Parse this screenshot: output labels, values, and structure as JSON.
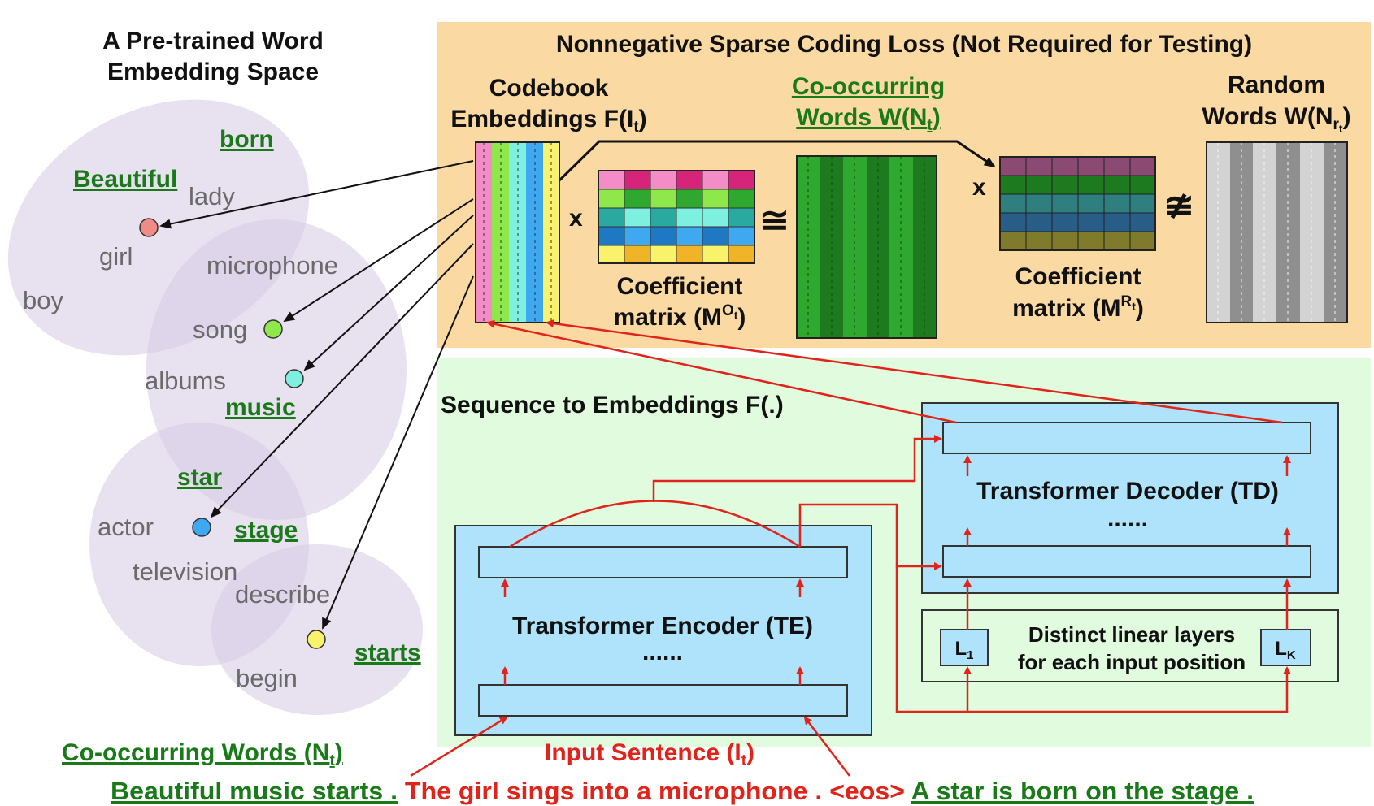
{
  "embedding_space": {
    "title_line1": "A Pre-trained Word",
    "title_line2": "Embedding Space",
    "words": [
      "born",
      "Beautiful",
      "lady",
      "girl",
      "microphone",
      "boy",
      "song",
      "albums",
      "music",
      "star",
      "actor",
      "stage",
      "television",
      "describe",
      "starts",
      "begin"
    ]
  },
  "top_panel": {
    "title": "Nonnegative Sparse Coding Loss (Not Required for Testing)",
    "codebook_line1": "Codebook",
    "codebook_line2": "Embeddings F(I",
    "codebook_sub": "t",
    "codebook_close": ")",
    "cooccur_line1": "Co-occurring",
    "cooccur_line2": "Words W(N",
    "cooccur_sub": "t",
    "cooccur_close": ")",
    "random_line1": "Random",
    "random_line2": "Words W(N",
    "random_sub": "r",
    "random_subsub": "t",
    "random_close": ")",
    "times1": "x",
    "times2": "x",
    "approx": "≅",
    "not_approx": "≇",
    "coef1_line1": "Coefficient",
    "coef1_line2": "matrix (M",
    "coef1_sup": "O",
    "coef1_supsub": "t",
    "coef1_close": ")",
    "coef2_line1": "Coefficient",
    "coef2_line2": "matrix (M",
    "coef2_sup": "R",
    "coef2_supsub": "t",
    "coef2_close": ")"
  },
  "bottom_panel": {
    "title": "Sequence to Embeddings F(.)",
    "decoder_label": "Transformer Decoder (TD)",
    "decoder_dots": "......",
    "encoder_label": "Transformer Encoder (TE)",
    "encoder_dots": "......",
    "linear_line1": "Distinct linear layers",
    "linear_line2": "for each input position",
    "l1": "L",
    "l1_sub": "1",
    "lk": "L",
    "lk_sub": "K"
  },
  "bottom_text": {
    "cooccur_label": "Co-occurring Words (N",
    "cooccur_sub": "t",
    "cooccur_close": ")",
    "input_label": "Input Sentence (I",
    "input_sub": "t",
    "input_close": ")",
    "seg_green1": "Beautiful music starts .",
    "seg_red": " The girl sings into a microphone . <eos> ",
    "seg_green2": "A star is born on the stage ."
  },
  "colors": {
    "top_panel_bg": "#fad9a2",
    "bottom_panel_bg": "#e0fbdd",
    "block_bg": "#aee3fb",
    "arrow_red": "#e0241b",
    "word_green": "#1a7a1a",
    "cluster": "#e7e0ef"
  }
}
